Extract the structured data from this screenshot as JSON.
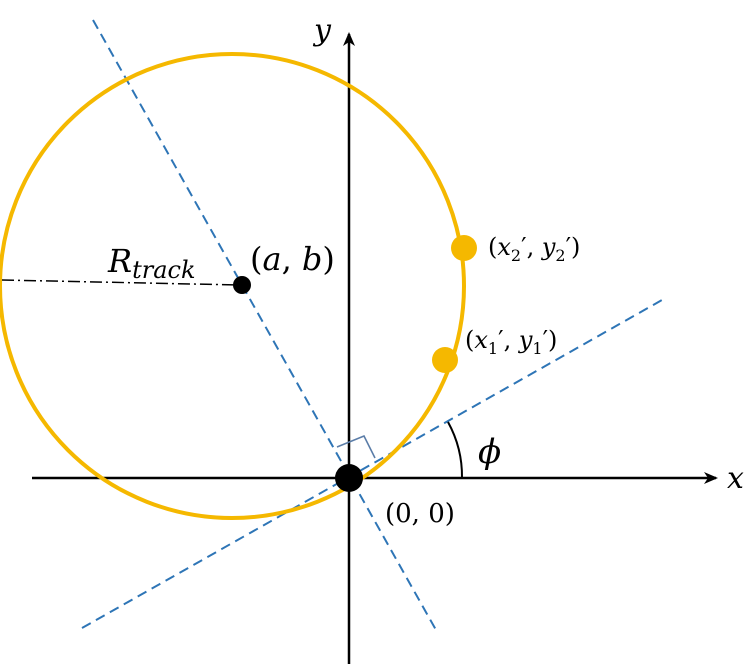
{
  "labels": {
    "x_axis": "x",
    "y_axis": "y",
    "origin": "(0, 0)",
    "center_a": "a",
    "center_b": "b",
    "radius_main": "R",
    "radius_sub": "track",
    "angle": "ϕ",
    "point1_x": "x",
    "point1_xsub": "1",
    "point1_y": "y",
    "point1_ysub": "1",
    "point2_x": "x",
    "point2_xsub": "2",
    "point2_y": "y",
    "point2_ysub": "2",
    "prime": "′"
  },
  "colors": {
    "circle": "#f5b800",
    "hit_point": "#f5b800",
    "dashed_line": "#2e75b6",
    "right_angle_marker": "#5b7da8",
    "axis": "#000000",
    "dot": "#000000"
  }
}
